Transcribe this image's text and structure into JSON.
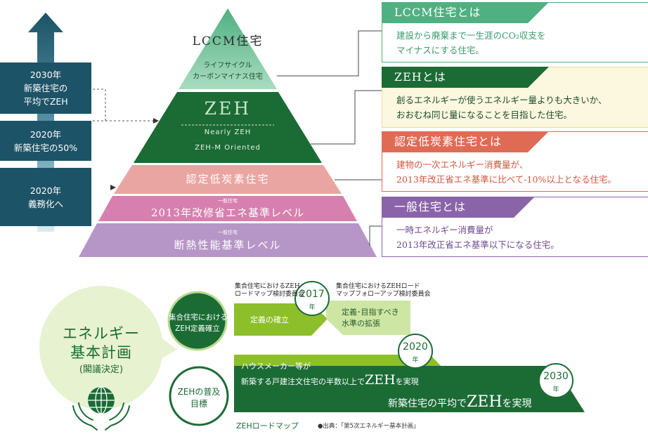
{
  "timeline": {
    "boxes": [
      {
        "lines": [
          "2030年",
          "新築住宅の",
          "平均でZEH"
        ]
      },
      {
        "lines": [
          "2020年",
          "新築住宅の50%"
        ]
      },
      {
        "lines": [
          "2020年",
          "義務化へ"
        ]
      }
    ]
  },
  "pyramid": {
    "lccm": {
      "title": "LCCM住宅",
      "sub1": "ライフサイクル",
      "sub2": "カーボンマイナス住宅"
    },
    "zeh": {
      "title": "ZEH",
      "sub1": "Nearly ZEH",
      "sub2": "ZEH-M Oriented"
    },
    "nintei": {
      "title": "認定低炭素住宅"
    },
    "level2013": {
      "small": "一般住宅",
      "title": "2013年改修省エネ基準レベル"
    },
    "dannetsu": {
      "small": "一般住宅",
      "title": "断熱性能基準レベル"
    }
  },
  "definitions": [
    {
      "title": "LCCM住宅とは",
      "lines": [
        "建設から廃棄まで一生涯のCO₂収支を",
        "マイナスにする住宅。"
      ],
      "color": "#4fb082"
    },
    {
      "title": "ZEHとは",
      "lines": [
        "創るエネルギーが使うエネルギー量よりも大きいか、",
        "おおむね同じ量になることを目指した住宅。"
      ],
      "color": "#1b6b35"
    },
    {
      "title": "認定低炭素住宅とは",
      "lines": [
        "建物の一次エネルギー消費量が、",
        "2013年改正省エネ基準に比べて-10%以上となる住宅。"
      ],
      "color": "#e06b55"
    },
    {
      "title": "一般住宅とは",
      "lines": [
        "一時エネルギー消費量が",
        "2013年改正省エネ基準以下になる住宅。"
      ],
      "color": "#8a64a8"
    }
  ],
  "roadmap": {
    "plan_line1": "エネルギー",
    "plan_line2": "基本計画",
    "plan_line3": "(閣議決定)",
    "circle1_line1": "集合住宅における",
    "circle1_line2": "ZEH定義確立",
    "circle2_line1": "ZEHの普及",
    "circle2_line2": "目標",
    "committee1_line1": "集合住宅におけるZEH",
    "committee1_line2": "ロードマップ検討委員会",
    "committee2_line1": "集合住宅におけるZEHロード",
    "committee2_line2": "マップフォローアップ検討委員会",
    "year2017": "2017",
    "year2020": "2020",
    "year2030": "2030",
    "nen": "年",
    "define": "定義の確立",
    "expand_line1": "定義･目指すべき",
    "expand_line2": "水準の拡張",
    "house_line1": "ハウスメーカー等が",
    "house_line2a": "新築する戸建注文住宅の半数以上で",
    "house_line2b": "ZEH",
    "house_line2c": "を実現",
    "avg_a": "新築住宅の平均で",
    "avg_b": "ZEH",
    "avg_c": "を実現",
    "caption": "ZEHロードマップ",
    "source": "●出典：「第5次エネルギー基本計画」"
  }
}
